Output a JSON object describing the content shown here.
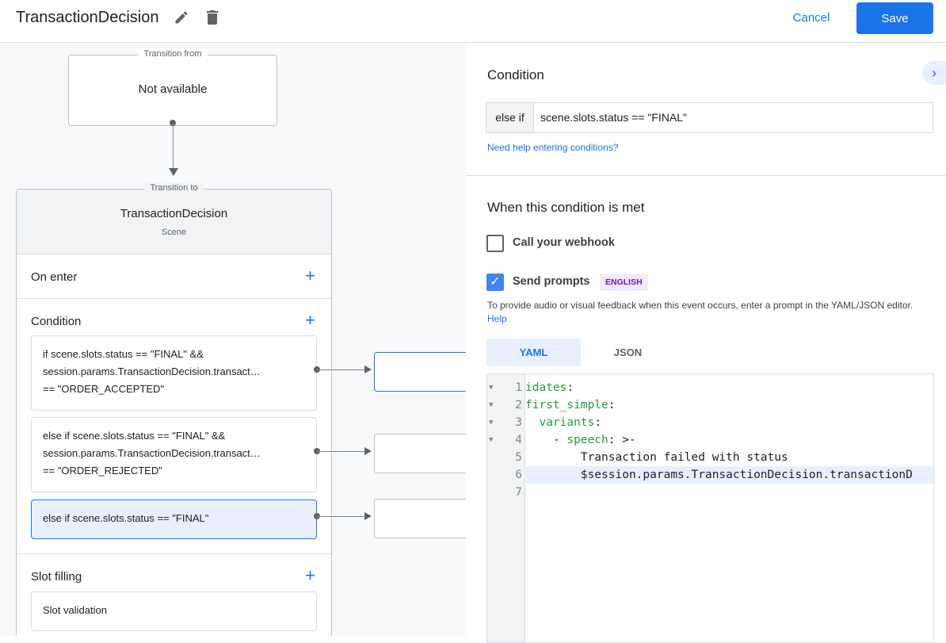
{
  "header": {
    "title": "TransactionDecision",
    "cancel": "Cancel",
    "save": "Save"
  },
  "canvas": {
    "from": {
      "legend": "Transition from",
      "text": "Not available"
    },
    "to": {
      "legend": "Transition to",
      "title": "TransactionDecision",
      "subtitle": "Scene"
    },
    "on_enter": "On enter",
    "condition": "Condition",
    "conditions": [
      {
        "line1": "if scene.slots.status == \"FINAL\" &&",
        "line2": "session.params.TransactionDecision.transact…",
        "line3": "== \"ORDER_ACCEPTED\""
      },
      {
        "line1": "else if scene.slots.status == \"FINAL\" &&",
        "line2": "session.params.TransactionDecision.transact…",
        "line3": "== \"ORDER_REJECTED\""
      },
      {
        "line1": "else if scene.slots.status == \"FINAL\""
      }
    ],
    "slot_filling": "Slot filling",
    "slot_validation": "Slot validation"
  },
  "panel": {
    "condition_heading": "Condition",
    "prefix": "else if",
    "condition_value": "scene.slots.status == \"FINAL\"",
    "help_link": "Need help entering conditions?",
    "met_heading": "When this condition is met",
    "webhook": {
      "label": "Call your webhook",
      "checked": false
    },
    "prompts": {
      "label": "Send prompts",
      "checked": true,
      "badge": "ENGLISH"
    },
    "desc": "To provide audio or visual feedback when this event occurs, enter a prompt in the YAML/JSON editor.",
    "desc_link": "Help",
    "tabs": [
      {
        "label": "YAML",
        "active": true
      },
      {
        "label": "JSON",
        "active": false
      }
    ],
    "code": [
      {
        "n": "1",
        "key": "idates",
        "rest": ":",
        "fold": true
      },
      {
        "n": "2",
        "key": "first_simple",
        "rest": ":",
        "fold": true
      },
      {
        "n": "3",
        "indent": "  ",
        "key": "variants",
        "rest": ":",
        "fold": true
      },
      {
        "n": "4",
        "indent": "    - ",
        "key": "speech",
        "rest": ": >-",
        "fold": true
      },
      {
        "n": "5",
        "text": "        Transaction failed with status"
      },
      {
        "n": "6",
        "text": "        $session.params.TransactionDecision.transactionD",
        "highlight": true
      },
      {
        "n": "7",
        "text": ""
      }
    ]
  },
  "colors": {
    "accent": "#1a73e8",
    "selected": "#e8f0fe",
    "badge_bg": "#f3e8fd",
    "badge_fg": "#681da8",
    "code_key": "#1e9e3e"
  }
}
